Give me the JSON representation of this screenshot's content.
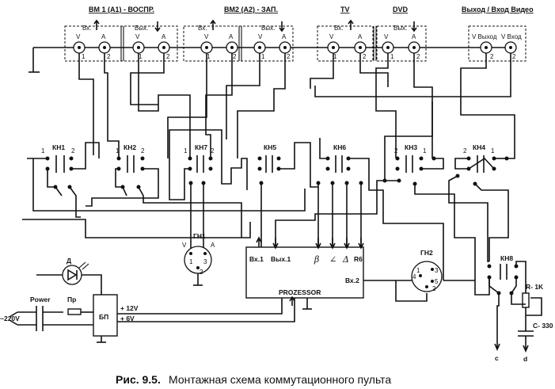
{
  "headers": {
    "vm1": "ВМ 1 (А1) - ВОСПР.",
    "vm2": "ВМ2 (А2) - ЗАП.",
    "tv": "TV",
    "dvd": "DVD",
    "video": "Выход / Вход Видео"
  },
  "jack_labels": {
    "in": "Вх.",
    "out": "Вых.",
    "v": "V",
    "a": "A",
    "n1": "1",
    "n2": "2",
    "v_out": "V Выход",
    "v_in": "V Вход"
  },
  "switches": {
    "kn1": "КН1",
    "kn2": "КН2",
    "kn7": "КН7",
    "kn5": "КН5",
    "kn6": "КН6",
    "kn3": "КН3",
    "kn4": "КН4",
    "kn8": "КН8",
    "p1": "1",
    "p2": "2"
  },
  "gn1": {
    "title": "ГН1",
    "v": "V",
    "a": "A",
    "p1": "1",
    "p3": "3",
    "p2": "2"
  },
  "gn2": {
    "title": "ГН2",
    "p1": "1",
    "p3": "3",
    "p4": "4",
    "p5": "5",
    "p2": "2"
  },
  "processor": {
    "name": "PROZESSOR",
    "in1": "Вх.1",
    "out1": "Вых.1",
    "beta": "β",
    "alpha": "∠",
    "delta": "Δ",
    "r6": "R6",
    "in2": "Вх.2"
  },
  "power": {
    "led_label": "Д",
    "power_label": "Power",
    "fuse_label": "Пр",
    "mains": "~220V",
    "psu": "БП",
    "v12": "+ 12V",
    "v6": "+ 6V"
  },
  "rc": {
    "resistor": "R- 1K",
    "capacitor": "C- 330",
    "c_term": "c",
    "d_term": "d"
  },
  "caption": {
    "number": "Рис. 9.5.",
    "text": "Монтажная схема коммутационного пульта"
  }
}
